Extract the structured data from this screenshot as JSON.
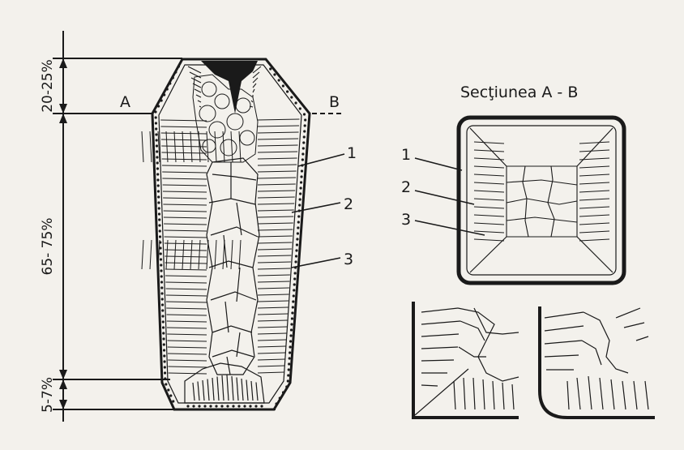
{
  "dimensions": {
    "top_zone": "20-25%",
    "middle_zone": "65- 75%",
    "bottom_zone": "5-7%"
  },
  "section_line": {
    "left": "A",
    "right": "B"
  },
  "section_title": "Secţiunea  A - B",
  "zone_labels": [
    "1",
    "2",
    "3"
  ],
  "colors": {
    "ink": "#1a1a1a",
    "paper": "#f3f1ec"
  }
}
